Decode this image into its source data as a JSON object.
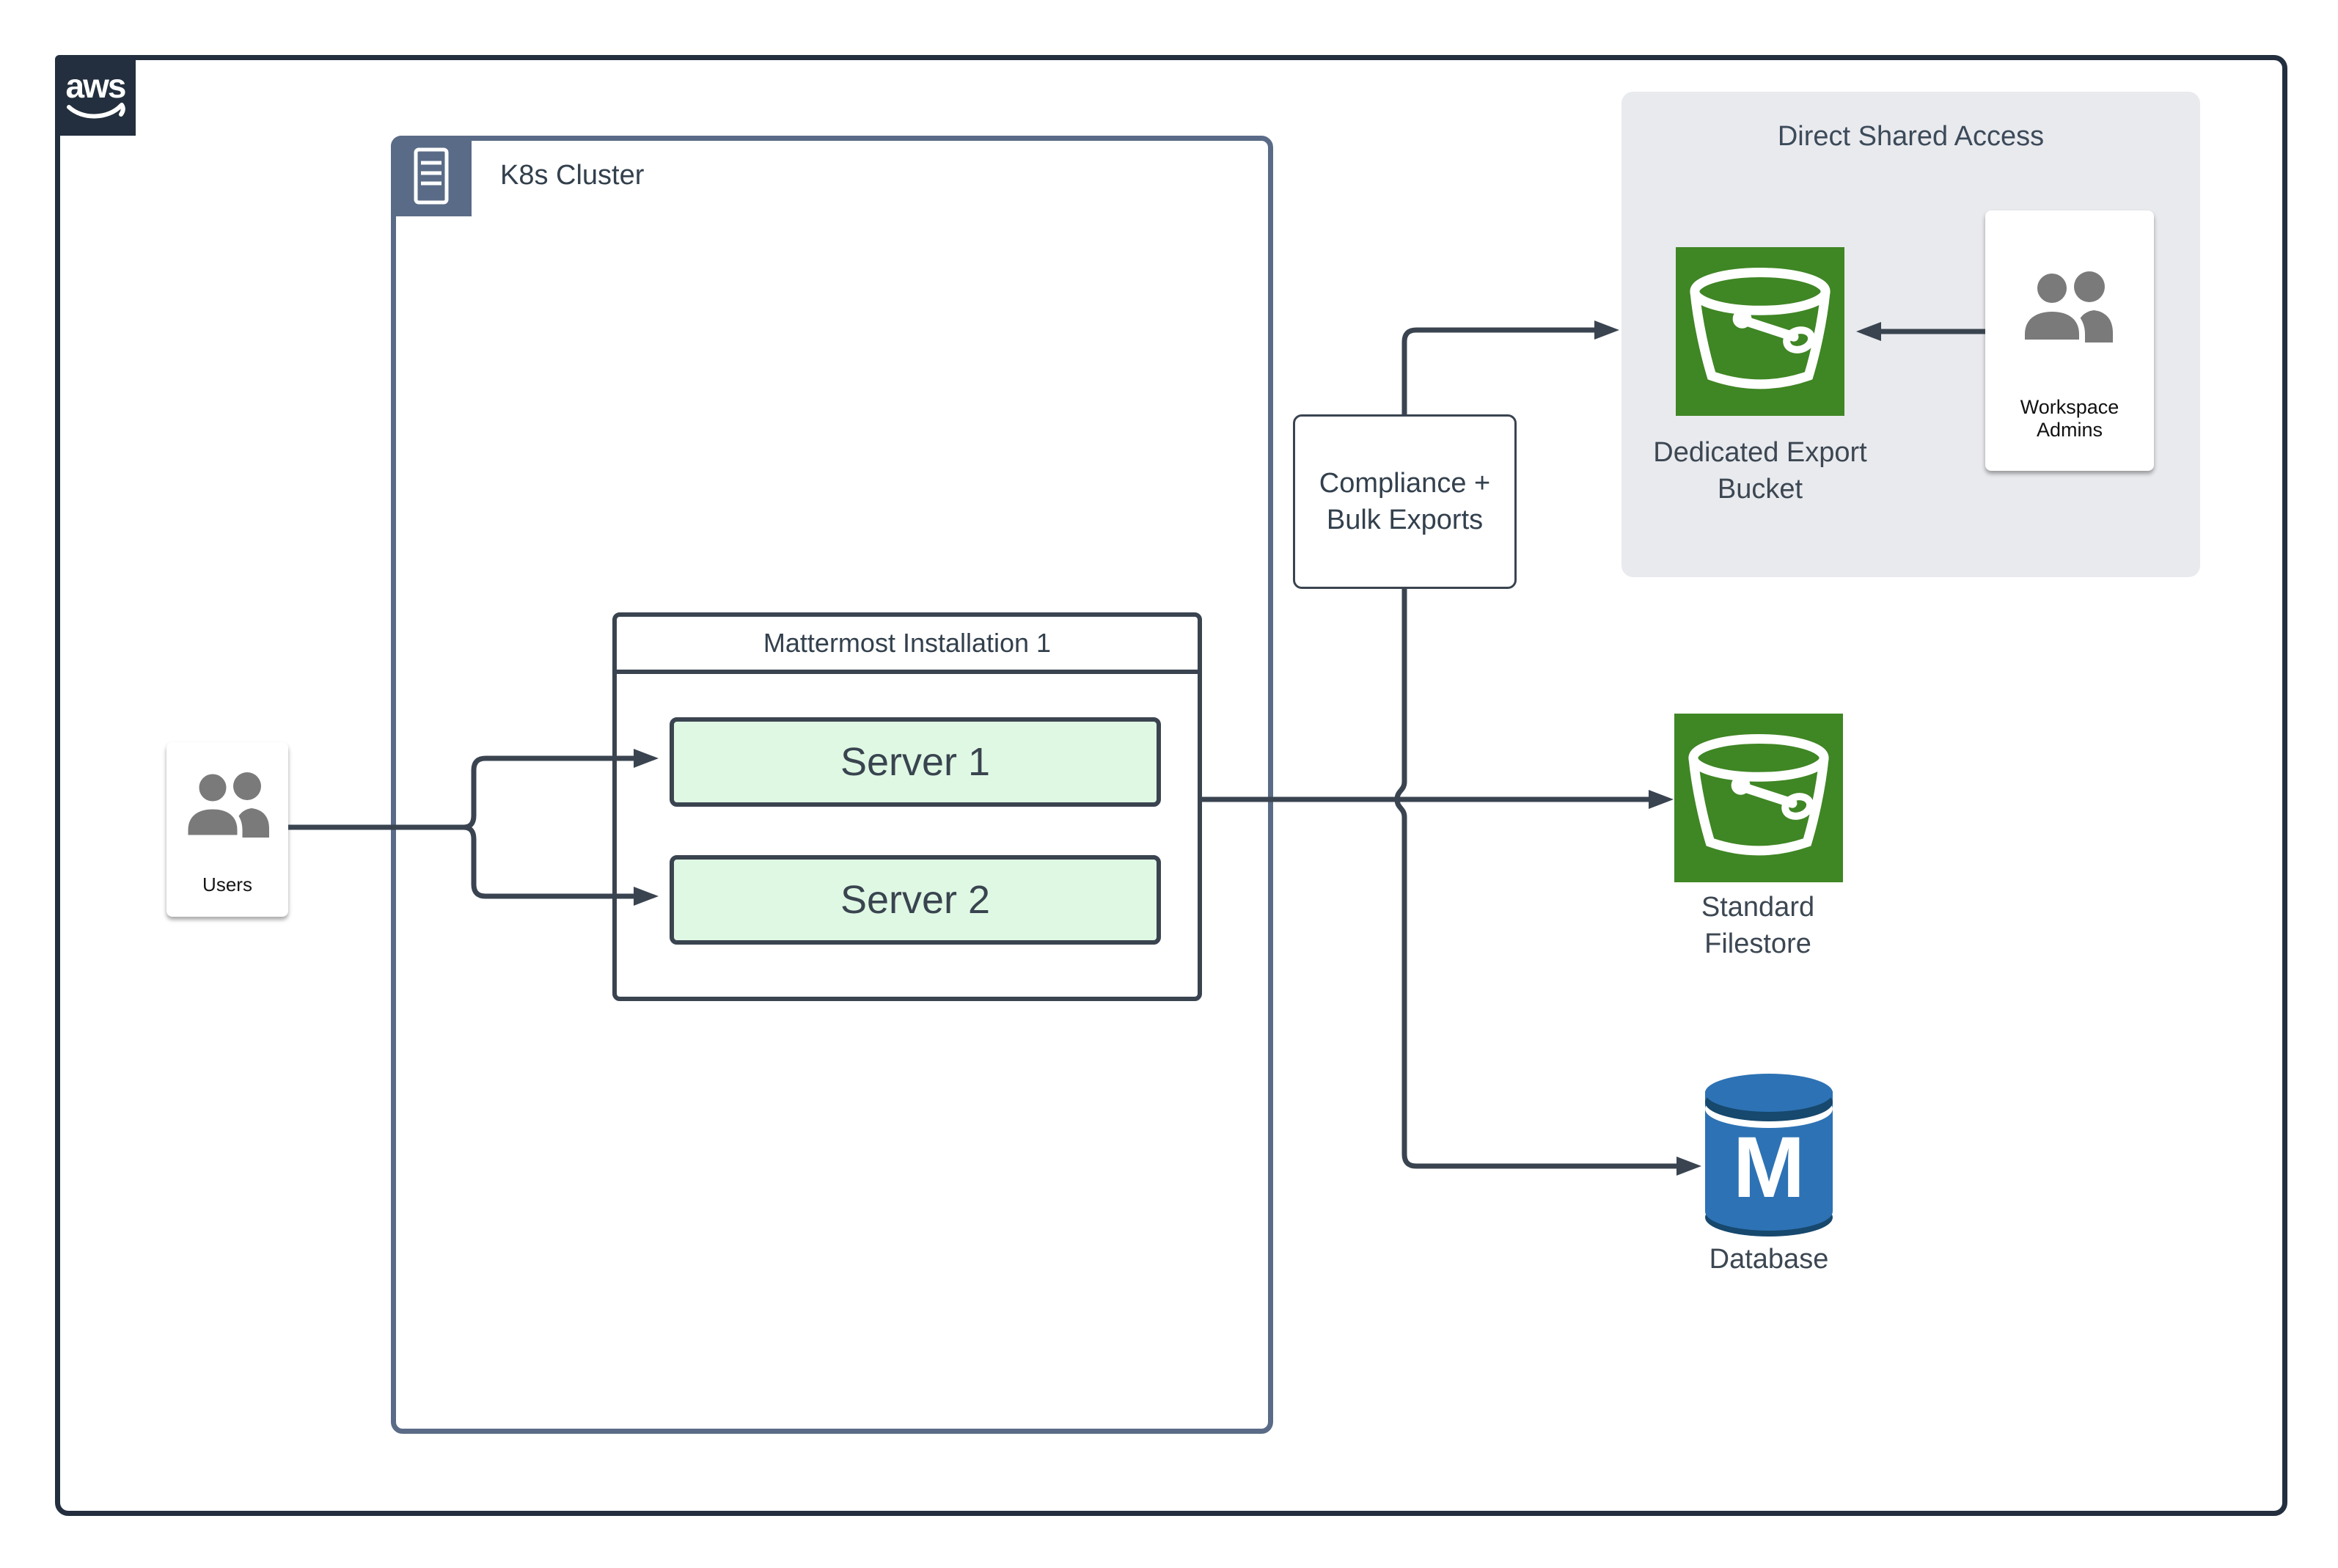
{
  "aws_logo": {
    "text": "aws"
  },
  "k8s_cluster": {
    "label": "K8s Cluster"
  },
  "mattermost": {
    "title": "Mattermost Installation 1",
    "servers": [
      "Server 1",
      "Server 2"
    ]
  },
  "users": {
    "label": "Users"
  },
  "compliance": {
    "line1": "Compliance +",
    "line2": "Bulk Exports"
  },
  "direct_shared_access": {
    "title": "Direct Shared Access",
    "bucket_label_line1": "Dedicated Export",
    "bucket_label_line2": "Bucket",
    "admins_label": "Workspace Admins"
  },
  "filestore": {
    "label_line1": "Standard",
    "label_line2": "Filestore"
  },
  "database": {
    "label": "Database",
    "letter": "M"
  },
  "icons": [
    "aws-smile-logo",
    "server-rack-icon",
    "people-group-icon",
    "s3-bucket-icon",
    "database-cylinder-icon"
  ],
  "colors": {
    "frame_navy": "#232F3E",
    "k8s_slate": "#5A6B87",
    "connector_dark": "#3A4450",
    "server_fill": "#DFF8E3",
    "s3_green": "#3F8624",
    "db_blue": "#2D72B4",
    "db_dark": "#17486D",
    "panel_gray": "#E9EAEE",
    "people_gray": "#7A7A7A",
    "text_dark": "#33404D"
  }
}
